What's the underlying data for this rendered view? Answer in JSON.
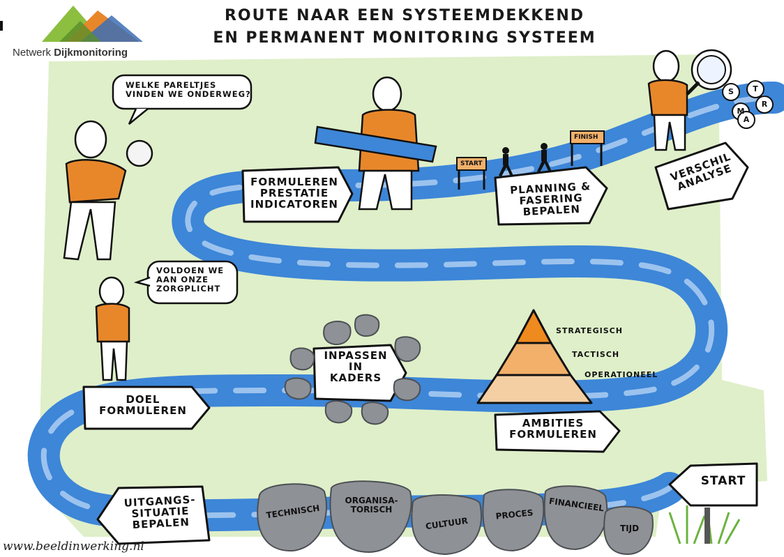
{
  "title": {
    "line1": "ROUTE NAAR EEN SYSTEEMDEKKEND",
    "line2": "EN PERMANENT MONITORING SYSTEEM"
  },
  "logo": {
    "prefix": "Netwerk ",
    "bold": "Dijkmonitoring"
  },
  "footer": "www.beeldinwerking.nl",
  "signs": {
    "start": "START",
    "uitgangssituatie": "UITGANGS-\nSITUATIE\nBEPALEN",
    "ambities": "AMBITIES\nFORMULEREN",
    "inpassen": "INPASSEN\nIN\nKADERS",
    "doel": "DOEL\nFORMULEREN",
    "prestatie": "FORMULEREN\nPRESTATIE\nINDICATOREN",
    "planning": "PLANNING &\nFASERING\nBEPALEN",
    "verschil": "VERSCHIL\nANALYSE"
  },
  "bubbles": {
    "pareltjes": "WELKE PARELTJES\nVINDEN WE ONDERWEG?",
    "zorgplicht": "VOLDOEN WE\nAAN ONZE\nZORGPLICHT"
  },
  "pyramid": {
    "levels": [
      "STRATEGISCH",
      "TACTISCH",
      "OPERATIONEEL"
    ],
    "colors": [
      "#ef8a1e",
      "#f2b06a",
      "#f4cfa4"
    ]
  },
  "stones": [
    "TECHNISCH",
    "ORGANISA-\nTORISCH",
    "CULTUUR",
    "PROCES",
    "FINANCIEEL",
    "TIJD"
  ],
  "race": {
    "start": "START",
    "finish": "FINISH"
  },
  "smart": [
    "S",
    "T",
    "M",
    "A",
    "R"
  ],
  "colors": {
    "river": "#3d86d8",
    "river_light": "#9cc3ee",
    "meadow": "#dfefc9",
    "shirt": "#e8872a",
    "logo_green": "#8cbf3f",
    "logo_orange": "#e8862a",
    "logo_blue": "#3b6fb6"
  }
}
